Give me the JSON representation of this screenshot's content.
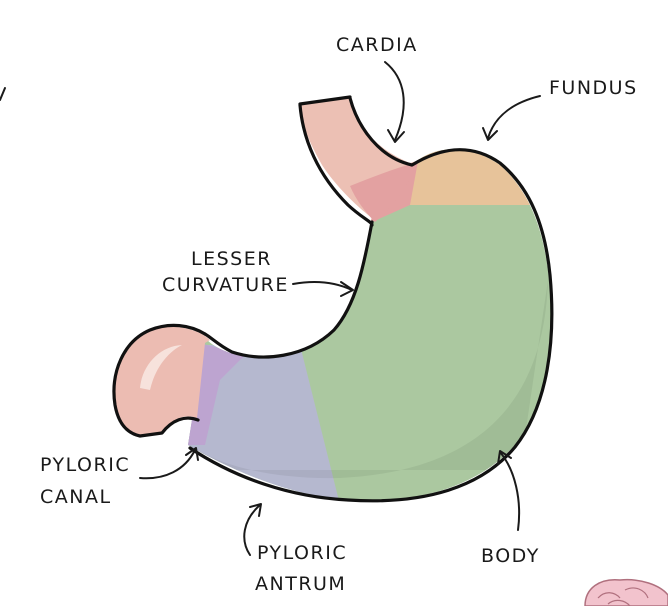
{
  "labels": {
    "cardia": "CARDIA",
    "fundus": "FUNDUS",
    "lesser_curvature_1": "LESSER",
    "lesser_curvature_2": "CURVATURE",
    "pyloric_canal_1": "PYLORIC",
    "pyloric_canal_2": "CANAL",
    "pyloric_antrum_1": "PYLORIC",
    "pyloric_antrum_2": "ANTRUM",
    "body": "BODY"
  },
  "colors": {
    "esophagus": "#ecc0b4",
    "cardia": "#e3a1a1",
    "fundus": "#e7c39a",
    "body": "#abc8a0",
    "antrum": "#b5b8cf",
    "pyloric_canal": "#bda4d0",
    "duodenum": "#ecbcb2",
    "outline": "#111111"
  }
}
